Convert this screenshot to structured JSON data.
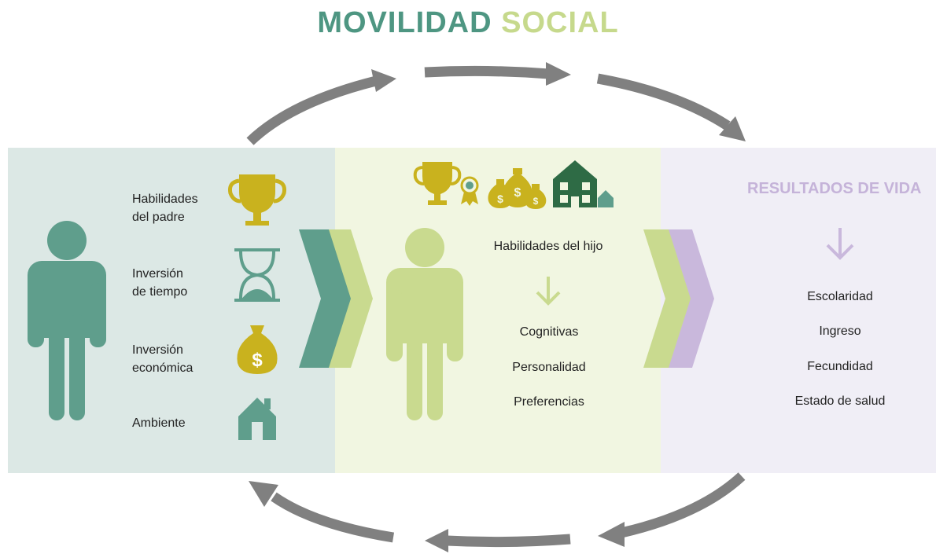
{
  "title": {
    "part1": "MOVILIDAD",
    "part2": "SOCIAL"
  },
  "parent": {
    "items": [
      {
        "label": "Habilidades\ndel padre",
        "icon": "trophy-icon"
      },
      {
        "label": "Inversión\nde tiempo",
        "icon": "hourglass-icon"
      },
      {
        "label": "Inversión\neconómica",
        "icon": "money-bag-icon"
      },
      {
        "label": "Ambiente",
        "icon": "house-icon"
      }
    ]
  },
  "child": {
    "icons": [
      "trophy-icon",
      "medal-icon",
      "money-bags-icon",
      "building-icon"
    ],
    "heading": "Habilidades del hijo",
    "items": [
      "Cognitivas",
      "Personalidad",
      "Preferencias"
    ]
  },
  "results": {
    "title": "RESULTADOS DE VIDA",
    "items": [
      "Escolaridad",
      "Ingreso",
      "Fecundidad",
      "Estado de salud"
    ]
  },
  "colors": {
    "teal": "#5f9e8c",
    "green": "#c9da8f",
    "gold": "#c9b21e",
    "lavender": "#c9b8dc",
    "arrow_gray": "#808080"
  }
}
